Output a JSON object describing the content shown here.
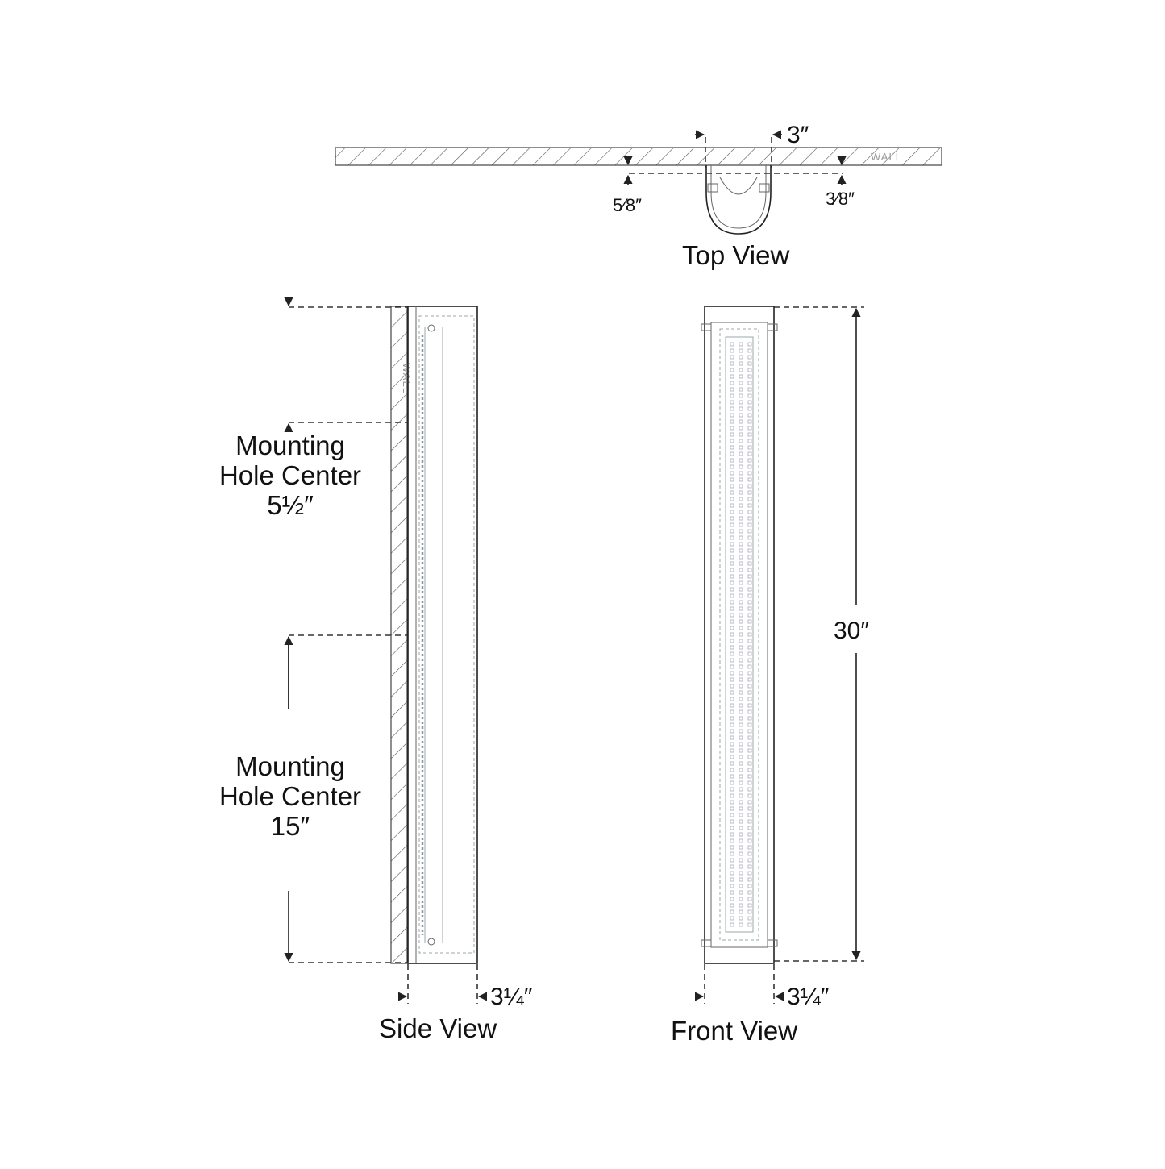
{
  "views": {
    "top": {
      "title": "Top View",
      "wall_label": "WALL",
      "width_dim": "3″",
      "left_offset_dim": "5⁄8″",
      "right_offset_dim": "3⁄8″"
    },
    "side": {
      "title": "Side View",
      "wall_label": "WALL",
      "depth_dim": "3¼″",
      "upper_hole": {
        "line1": "Mounting",
        "line2": "Hole Center",
        "value": "5½″"
      },
      "lower_hole": {
        "line1": "Mounting",
        "line2": "Hole Center",
        "value": "15″"
      }
    },
    "front": {
      "title": "Front View",
      "height_dim": "30″",
      "width_dim": "3¼″"
    }
  }
}
